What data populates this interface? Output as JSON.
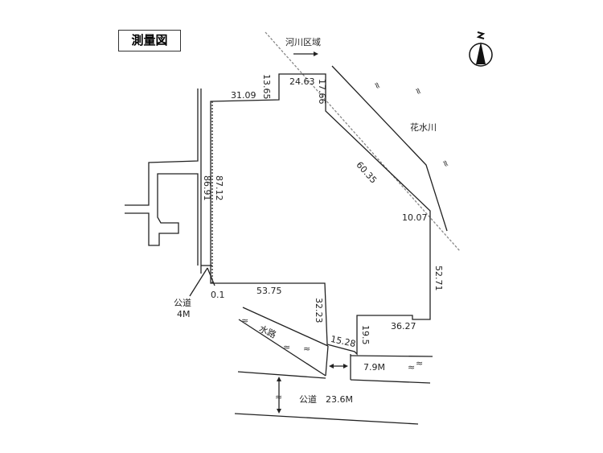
{
  "title": "測量図",
  "labels": {
    "river_zone": "河川区域",
    "river": "花水川",
    "waterway": "水路",
    "public_road_4m": "公道",
    "public_road_4m_width": "4M",
    "public_road_23": "公道　23.6M",
    "width_79": "7.9M",
    "d0": "0.1"
  },
  "dimensions": {
    "a": "31.09",
    "b": "13.65",
    "c": "24.63",
    "d": "17.66",
    "e": "60.35",
    "f": "10.07",
    "g": "52.71",
    "h": "36.27",
    "i": "19.5",
    "j": "15.28",
    "k": "32.23",
    "l": "53.75",
    "m": "87.12",
    "n": "86.91"
  },
  "compass": "north-arrow-icon"
}
